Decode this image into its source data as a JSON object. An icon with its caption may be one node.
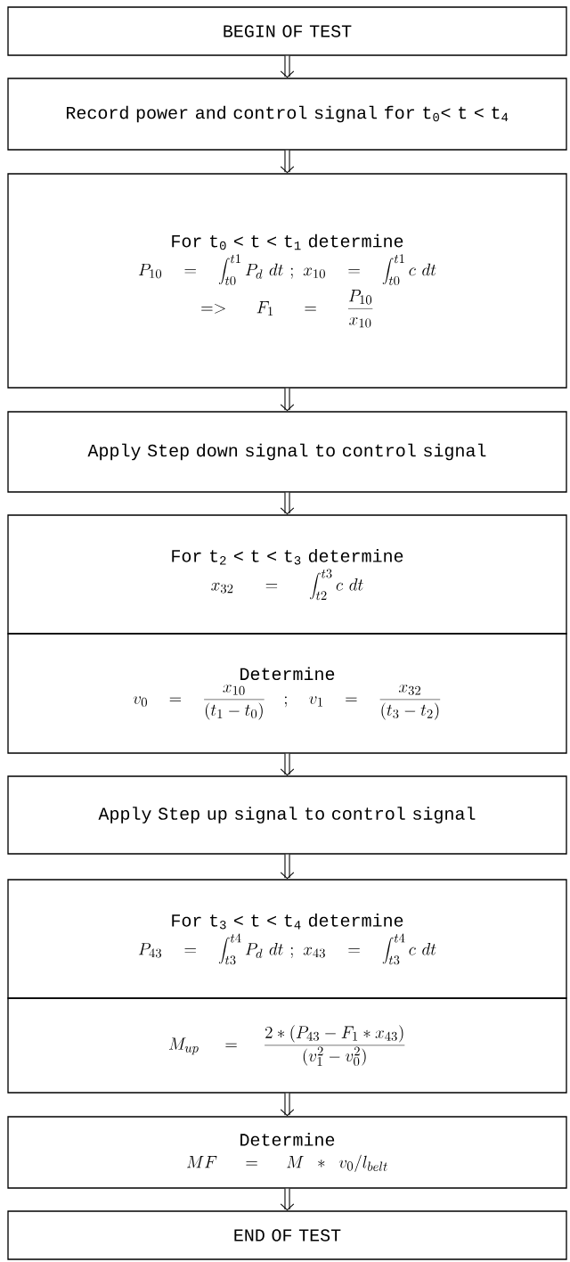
{
  "diagram": {
    "nodes": [
      {
        "text": [
          "BEGIN OF TEST"
        ]
      },
      {
        "text": [
          "Record power and control signal for t$_{0}$< t < t$_{4}$"
        ]
      },
      {
        "text": [
          "For t$_{0}$ < t < t$_{1}$ determine",
          "P_{10} = \\int_{t0}^{t1} P_{d}\\ dt\\ ;\\ x_{10} = \\int_{t0}^{t1} c\\ dt",
          "=> F_{1} = \\frac{P_{10}}{x_{10}}"
        ]
      },
      {
        "text": [
          "Apply Step down signal to control signal"
        ]
      },
      {
        "text": [
          "For t$_{2}$ < t < t$_{3}$ determine",
          "x_{32} = \\int_{t2}^{t3} c\\ dt"
        ]
      },
      {
        "text": [
          "Determine",
          "v_{0} = \\frac{x_{10}}{(t_{1}-t_{0})}\\quad ;\\quad v_{1} = \\frac{x_{32}}{(t_{3}-t_{2})}"
        ]
      },
      {
        "text": [
          "Apply Step up signal to control signal"
        ]
      },
      {
        "text": [
          "For t$_{3}$ < t < t$_{4}$ determine",
          "P_{43} = \\int_{t3}^{t4} P_{d}\\ dt\\ ;\\ x_{43} = \\int_{t3}^{t4} c\\ dt"
        ]
      },
      {
        "text": [
          "M_{up} = \\frac{2*(P_{43} - F_{1}*x_{43})}{(v_{1}^{2} - v_{0}^{2})}"
        ]
      },
      {
        "text": [
          "Determine",
          "MF = M * v_{0} / l_{belt}"
        ]
      },
      {
        "text": [
          "END OF TEST"
        ]
      }
    ],
    "edges": [
      {
        "from": 0,
        "to": 1,
        "arrow": "to"
      },
      {
        "from": 1,
        "to": 2,
        "arrow": "to"
      },
      {
        "from": 2,
        "to": 3,
        "arrow": "to"
      },
      {
        "from": 3,
        "to": 4,
        "arrow": "to"
      },
      {
        "from": 5,
        "to": 6,
        "arrow": "to"
      },
      {
        "from": 6,
        "to": 7,
        "arrow": "to"
      },
      {
        "from": 8,
        "to": 9,
        "arrow": "to"
      },
      {
        "from": 9,
        "to": 10,
        "arrow": "to"
      }
    ]
  }
}
